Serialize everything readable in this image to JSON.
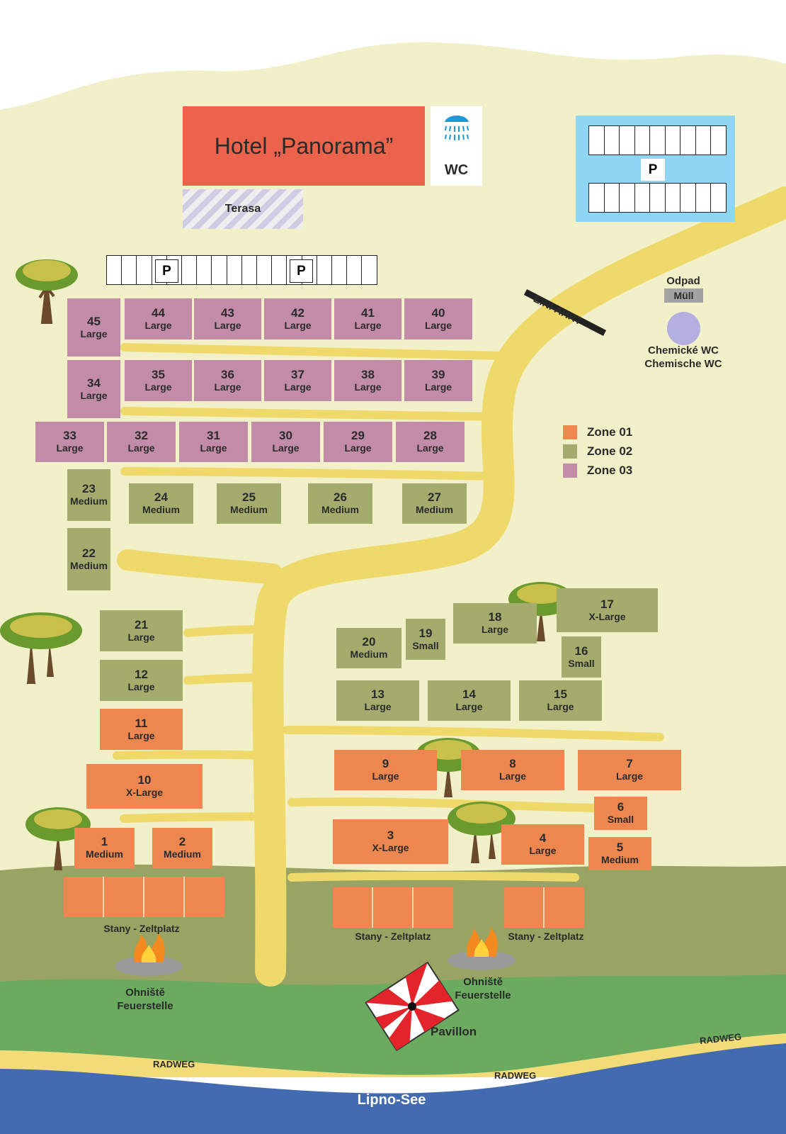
{
  "hotel": {
    "name": "Hotel „Panorama”",
    "terrace": "Terasa",
    "wc": "WC"
  },
  "parking": {
    "label": "P"
  },
  "entrance": {
    "label": "EINFAHRT"
  },
  "waste": {
    "line1": "Odpad",
    "line2": "Müll"
  },
  "chem_wc": {
    "line1": "Chemické WC",
    "line2": "Chemische WC"
  },
  "legend": [
    {
      "label": "Zone 01",
      "color": "#ee8650"
    },
    {
      "label": "Zone 02",
      "color": "#a3ab6d"
    },
    {
      "label": "Zone 03",
      "color": "#c28ba8"
    }
  ],
  "zone_colors": {
    "zone01": "#ee8650",
    "zone02": "#a3ab6d",
    "zone03": "#c28ba8"
  },
  "sizes": {
    "small": "Small",
    "medium": "Medium",
    "large": "Large",
    "xlarge": "X-Large"
  },
  "plots": {
    "p45": {
      "num": "45",
      "size": "Large",
      "zone": "zone03"
    },
    "p44": {
      "num": "44",
      "size": "Large",
      "zone": "zone03"
    },
    "p43": {
      "num": "43",
      "size": "Large",
      "zone": "zone03"
    },
    "p42": {
      "num": "42",
      "size": "Large",
      "zone": "zone03"
    },
    "p41": {
      "num": "41",
      "size": "Large",
      "zone": "zone03"
    },
    "p40": {
      "num": "40",
      "size": "Large",
      "zone": "zone03"
    },
    "p34": {
      "num": "34",
      "size": "Large",
      "zone": "zone03"
    },
    "p35": {
      "num": "35",
      "size": "Large",
      "zone": "zone03"
    },
    "p36": {
      "num": "36",
      "size": "Large",
      "zone": "zone03"
    },
    "p37": {
      "num": "37",
      "size": "Large",
      "zone": "zone03"
    },
    "p38": {
      "num": "38",
      "size": "Large",
      "zone": "zone03"
    },
    "p39": {
      "num": "39",
      "size": "Large",
      "zone": "zone03"
    },
    "p33": {
      "num": "33",
      "size": "Large",
      "zone": "zone03"
    },
    "p32": {
      "num": "32",
      "size": "Large",
      "zone": "zone03"
    },
    "p31": {
      "num": "31",
      "size": "Large",
      "zone": "zone03"
    },
    "p30": {
      "num": "30",
      "size": "Large",
      "zone": "zone03"
    },
    "p29": {
      "num": "29",
      "size": "Large",
      "zone": "zone03"
    },
    "p28": {
      "num": "28",
      "size": "Large",
      "zone": "zone03"
    },
    "p23": {
      "num": "23",
      "size": "Medium",
      "zone": "zone02"
    },
    "p24": {
      "num": "24",
      "size": "Medium",
      "zone": "zone02"
    },
    "p25": {
      "num": "25",
      "size": "Medium",
      "zone": "zone02"
    },
    "p26": {
      "num": "26",
      "size": "Medium",
      "zone": "zone02"
    },
    "p27": {
      "num": "27",
      "size": "Medium",
      "zone": "zone02"
    },
    "p22": {
      "num": "22",
      "size": "Medium",
      "zone": "zone02"
    },
    "p21": {
      "num": "21",
      "size": "Large",
      "zone": "zone02"
    },
    "p12": {
      "num": "12",
      "size": "Large",
      "zone": "zone02"
    },
    "p20": {
      "num": "20",
      "size": "Medium",
      "zone": "zone02"
    },
    "p19": {
      "num": "19",
      "size": "Small",
      "zone": "zone02"
    },
    "p18": {
      "num": "18",
      "size": "Large",
      "zone": "zone02"
    },
    "p17": {
      "num": "17",
      "size": "X-Large",
      "zone": "zone02"
    },
    "p16": {
      "num": "16",
      "size": "Small",
      "zone": "zone02"
    },
    "p13": {
      "num": "13",
      "size": "Large",
      "zone": "zone02"
    },
    "p14": {
      "num": "14",
      "size": "Large",
      "zone": "zone02"
    },
    "p15": {
      "num": "15",
      "size": "Large",
      "zone": "zone02"
    },
    "p11": {
      "num": "11",
      "size": "Large",
      "zone": "zone01"
    },
    "p10": {
      "num": "10",
      "size": "X-Large",
      "zone": "zone01"
    },
    "p9": {
      "num": "9",
      "size": "Large",
      "zone": "zone01"
    },
    "p8": {
      "num": "8",
      "size": "Large",
      "zone": "zone01"
    },
    "p7": {
      "num": "7",
      "size": "Large",
      "zone": "zone01"
    },
    "p6": {
      "num": "6",
      "size": "Small",
      "zone": "zone01"
    },
    "p5": {
      "num": "5",
      "size": "Medium",
      "zone": "zone01"
    },
    "p4": {
      "num": "4",
      "size": "Large",
      "zone": "zone01"
    },
    "p3": {
      "num": "3",
      "size": "X-Large",
      "zone": "zone01"
    },
    "p1": {
      "num": "1",
      "size": "Medium",
      "zone": "zone01"
    },
    "p2": {
      "num": "2",
      "size": "Medium",
      "zone": "zone01"
    }
  },
  "tents": {
    "label": "Stany - Zeltplatz"
  },
  "fireplace": {
    "line1": "Ohniště",
    "line2": "Feuerstelle"
  },
  "pavilion": {
    "label": "Pavillon"
  },
  "bike_path": {
    "label": "RADWEG"
  },
  "lake": {
    "label": "Lipno-See"
  }
}
